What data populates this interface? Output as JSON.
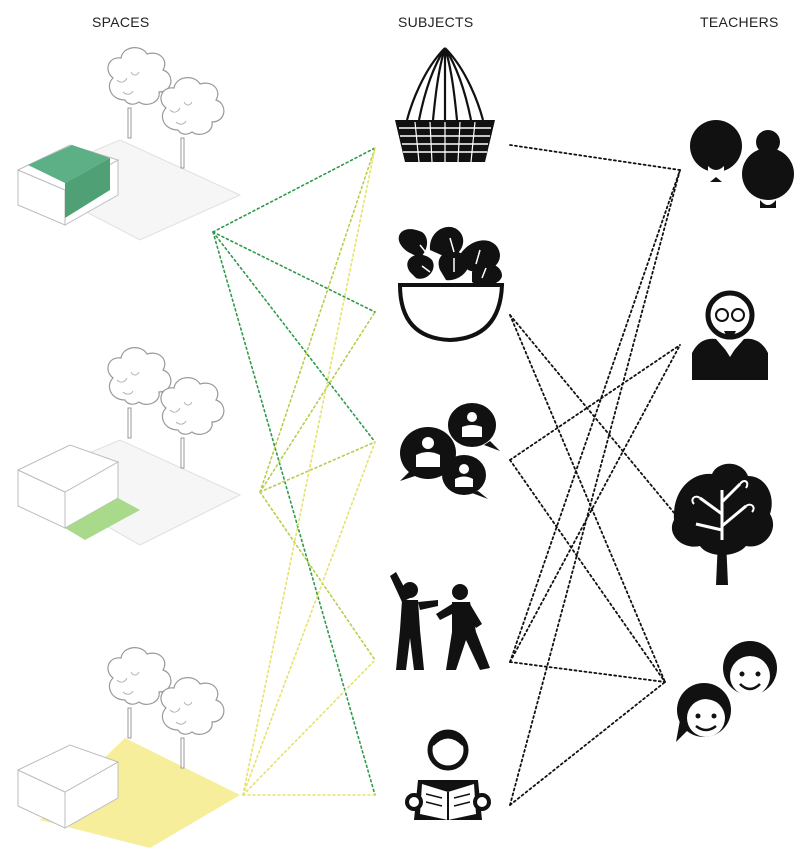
{
  "headers": {
    "spaces": "SPACES",
    "subjects": "SUBJECTS",
    "teachers": "TEACHERS"
  },
  "spaces": [
    {
      "id": "space-1",
      "fill": "green",
      "color": "#5db085"
    },
    {
      "id": "space-2",
      "fill": "light-green",
      "color": "#a9d98a"
    },
    {
      "id": "space-3",
      "fill": "yellow",
      "color": "#f7ee9c"
    }
  ],
  "subjects": [
    {
      "id": "basket",
      "icon": "basket-weaving-icon"
    },
    {
      "id": "plants",
      "icon": "plant-bowl-icon"
    },
    {
      "id": "conversation",
      "icon": "conversation-bubbles-icon"
    },
    {
      "id": "exercise",
      "icon": "people-exercise-icon"
    },
    {
      "id": "reading",
      "icon": "child-reading-icon"
    }
  ],
  "teachers": [
    {
      "id": "couple",
      "icon": "elderly-couple-icon"
    },
    {
      "id": "grandfather",
      "icon": "grandfather-icon"
    },
    {
      "id": "nature",
      "icon": "tree-icon"
    },
    {
      "id": "children",
      "icon": "children-faces-icon"
    }
  ],
  "space_links": [
    {
      "from": 0,
      "to": 0,
      "color": "#2f9a4a"
    },
    {
      "from": 0,
      "to": 1,
      "color": "#2f9a4a"
    },
    {
      "from": 0,
      "to": 2,
      "color": "#2f9a4a"
    },
    {
      "from": 0,
      "to": 4,
      "color": "#2f9a4a"
    },
    {
      "from": 1,
      "to": 0,
      "color": "#b5cf4a"
    },
    {
      "from": 1,
      "to": 1,
      "color": "#b5cf4a"
    },
    {
      "from": 1,
      "to": 2,
      "color": "#b5cf4a"
    },
    {
      "from": 1,
      "to": 3,
      "color": "#b5cf4a"
    },
    {
      "from": 2,
      "to": 0,
      "color": "#e6e26a"
    },
    {
      "from": 2,
      "to": 2,
      "color": "#e6e26a"
    },
    {
      "from": 2,
      "to": 3,
      "color": "#e6e26a"
    },
    {
      "from": 2,
      "to": 4,
      "color": "#e6e26a"
    }
  ],
  "teacher_links": [
    {
      "from": 0,
      "to": 0
    },
    {
      "from": 1,
      "to": 2
    },
    {
      "from": 1,
      "to": 3
    },
    {
      "from": 2,
      "to": 1
    },
    {
      "from": 2,
      "to": 3
    },
    {
      "from": 3,
      "to": 0
    },
    {
      "from": 3,
      "to": 1
    },
    {
      "from": 3,
      "to": 3
    },
    {
      "from": 4,
      "to": 0
    },
    {
      "from": 4,
      "to": 3
    }
  ],
  "link_color_black": "#111111"
}
